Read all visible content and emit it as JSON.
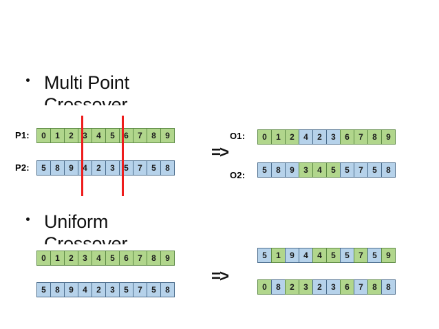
{
  "slide": {
    "background_color": "#ffffff",
    "colors": {
      "parent1_green": "#b1d68c",
      "parent1_green_border": "#5d8a45",
      "parent2_blue": "#b6d2ea",
      "parent2_blue_border": "#4a6c8c",
      "crossover_line_red": "#ee1c1c",
      "text_black": "#111111"
    }
  },
  "sections": {
    "multi_point": {
      "heading_line1": "Multi Point",
      "heading_line2": "Crossover",
      "labels": {
        "p1": "P1:",
        "p2": "P2:",
        "o1": "O1:",
        "o2": "O2:",
        "arrow": "=>"
      },
      "parent1": {
        "values": [
          "0",
          "1",
          "2",
          "3",
          "4",
          "5",
          "6",
          "7",
          "8",
          "9"
        ],
        "colors": [
          "green",
          "green",
          "green",
          "green",
          "green",
          "green",
          "green",
          "green",
          "green",
          "green"
        ]
      },
      "parent2": {
        "values": [
          "5",
          "8",
          "9",
          "4",
          "2",
          "3",
          "5",
          "7",
          "5",
          "8"
        ],
        "colors": [
          "blue",
          "blue",
          "blue",
          "blue",
          "blue",
          "blue",
          "blue",
          "blue",
          "blue",
          "blue"
        ]
      },
      "offspring1": {
        "values": [
          "0",
          "1",
          "2",
          "4",
          "2",
          "3",
          "6",
          "7",
          "8",
          "9"
        ],
        "colors": [
          "green",
          "green",
          "green",
          "blue",
          "blue",
          "blue",
          "green",
          "green",
          "green",
          "green"
        ]
      },
      "offspring2": {
        "values": [
          "5",
          "8",
          "9",
          "3",
          "4",
          "5",
          "5",
          "7",
          "5",
          "8"
        ],
        "colors": [
          "blue",
          "blue",
          "blue",
          "green",
          "green",
          "green",
          "blue",
          "blue",
          "blue",
          "blue"
        ]
      },
      "crossover_points": [
        3,
        6
      ]
    },
    "uniform": {
      "heading_line1": "Uniform",
      "heading_line2": "Crossover",
      "labels": {
        "arrow": "=>"
      },
      "parent1": {
        "values": [
          "0",
          "1",
          "2",
          "3",
          "4",
          "5",
          "6",
          "7",
          "8",
          "9"
        ],
        "colors": [
          "green",
          "green",
          "green",
          "green",
          "green",
          "green",
          "green",
          "green",
          "green",
          "green"
        ]
      },
      "parent2": {
        "values": [
          "5",
          "8",
          "9",
          "4",
          "2",
          "3",
          "5",
          "7",
          "5",
          "8"
        ],
        "colors": [
          "blue",
          "blue",
          "blue",
          "blue",
          "blue",
          "blue",
          "blue",
          "blue",
          "blue",
          "blue"
        ]
      },
      "offspring1": {
        "values": [
          "5",
          "1",
          "9",
          "4",
          "4",
          "5",
          "5",
          "7",
          "5",
          "9"
        ],
        "colors": [
          "blue",
          "green",
          "blue",
          "blue",
          "green",
          "green",
          "blue",
          "green",
          "blue",
          "green"
        ]
      },
      "offspring2": {
        "values": [
          "0",
          "8",
          "2",
          "3",
          "2",
          "3",
          "6",
          "7",
          "8",
          "8"
        ],
        "colors": [
          "green",
          "blue",
          "green",
          "green",
          "blue",
          "blue",
          "green",
          "blue",
          "green",
          "blue"
        ]
      }
    }
  }
}
